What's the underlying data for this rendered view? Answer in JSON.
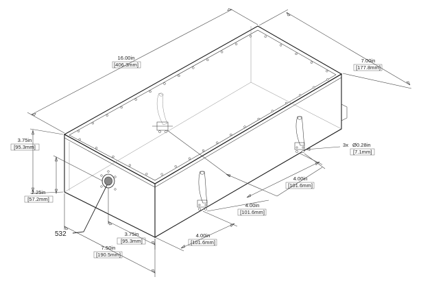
{
  "dimensions": {
    "length": {
      "in": "16.00in",
      "mm": "[406.3mm]"
    },
    "width": {
      "in": "7.00in",
      "mm": "[177.8mm]"
    },
    "height": {
      "in": "3.75in",
      "mm": "[95.3mm]"
    },
    "port_height": {
      "in": "2.25in",
      "mm": "[57.2mm]"
    },
    "port_offset": {
      "in": "3.75in",
      "mm": "[95.3mm]"
    },
    "front_width": {
      "in": "7.50in",
      "mm": "[190.5mm]"
    },
    "spacing_a": {
      "in": "4.00in",
      "mm": "[101.6mm]"
    },
    "spacing_b": {
      "in": "4.00in",
      "mm": "[101.6mm]"
    },
    "spacing_c": {
      "in": "4.00in",
      "mm": "[101.6mm]"
    },
    "hole": {
      "count": "3x",
      "dia": "Ø0.28in",
      "mm": "[7.1mm]"
    }
  },
  "callout": {
    "label": "532"
  }
}
